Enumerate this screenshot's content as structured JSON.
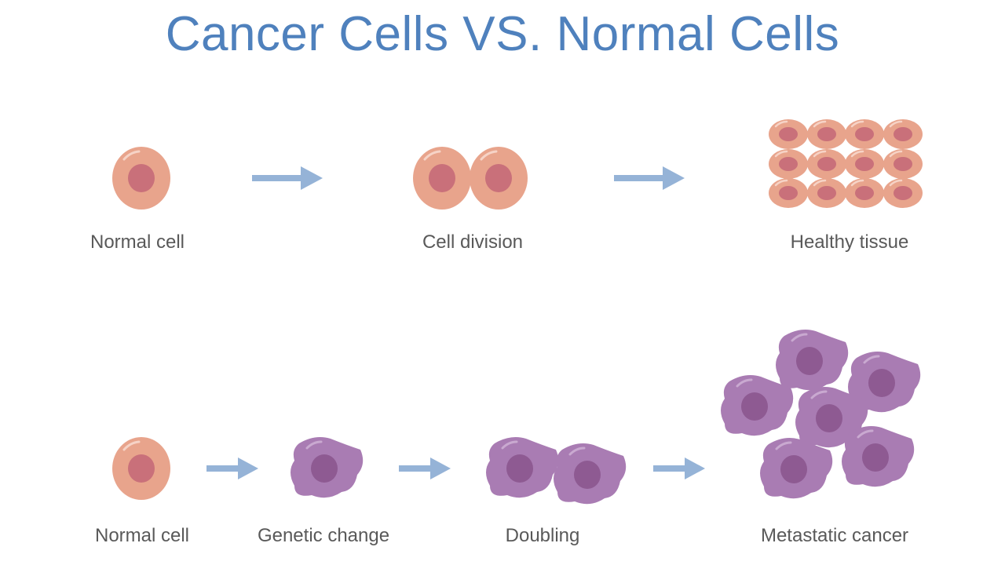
{
  "title": "Cancer Cells VS. Normal Cells",
  "colors": {
    "title": "#4f81bd",
    "arrow": "#95b3d7",
    "normal_cell_body": "#e8a48c",
    "normal_cell_nucleus": "#c9707a",
    "cancer_cell_body": "#a97cb3",
    "cancer_cell_nucleus": "#8e5a92",
    "label": "#595959"
  },
  "normal_row": {
    "steps": [
      {
        "label": "Normal cell"
      },
      {
        "label": "Cell division"
      },
      {
        "label": "Healthy tissue"
      }
    ]
  },
  "cancer_row": {
    "steps": [
      {
        "label": "Normal cell"
      },
      {
        "label": "Genetic change"
      },
      {
        "label": "Doubling"
      },
      {
        "label": "Metastatic cancer"
      }
    ]
  }
}
